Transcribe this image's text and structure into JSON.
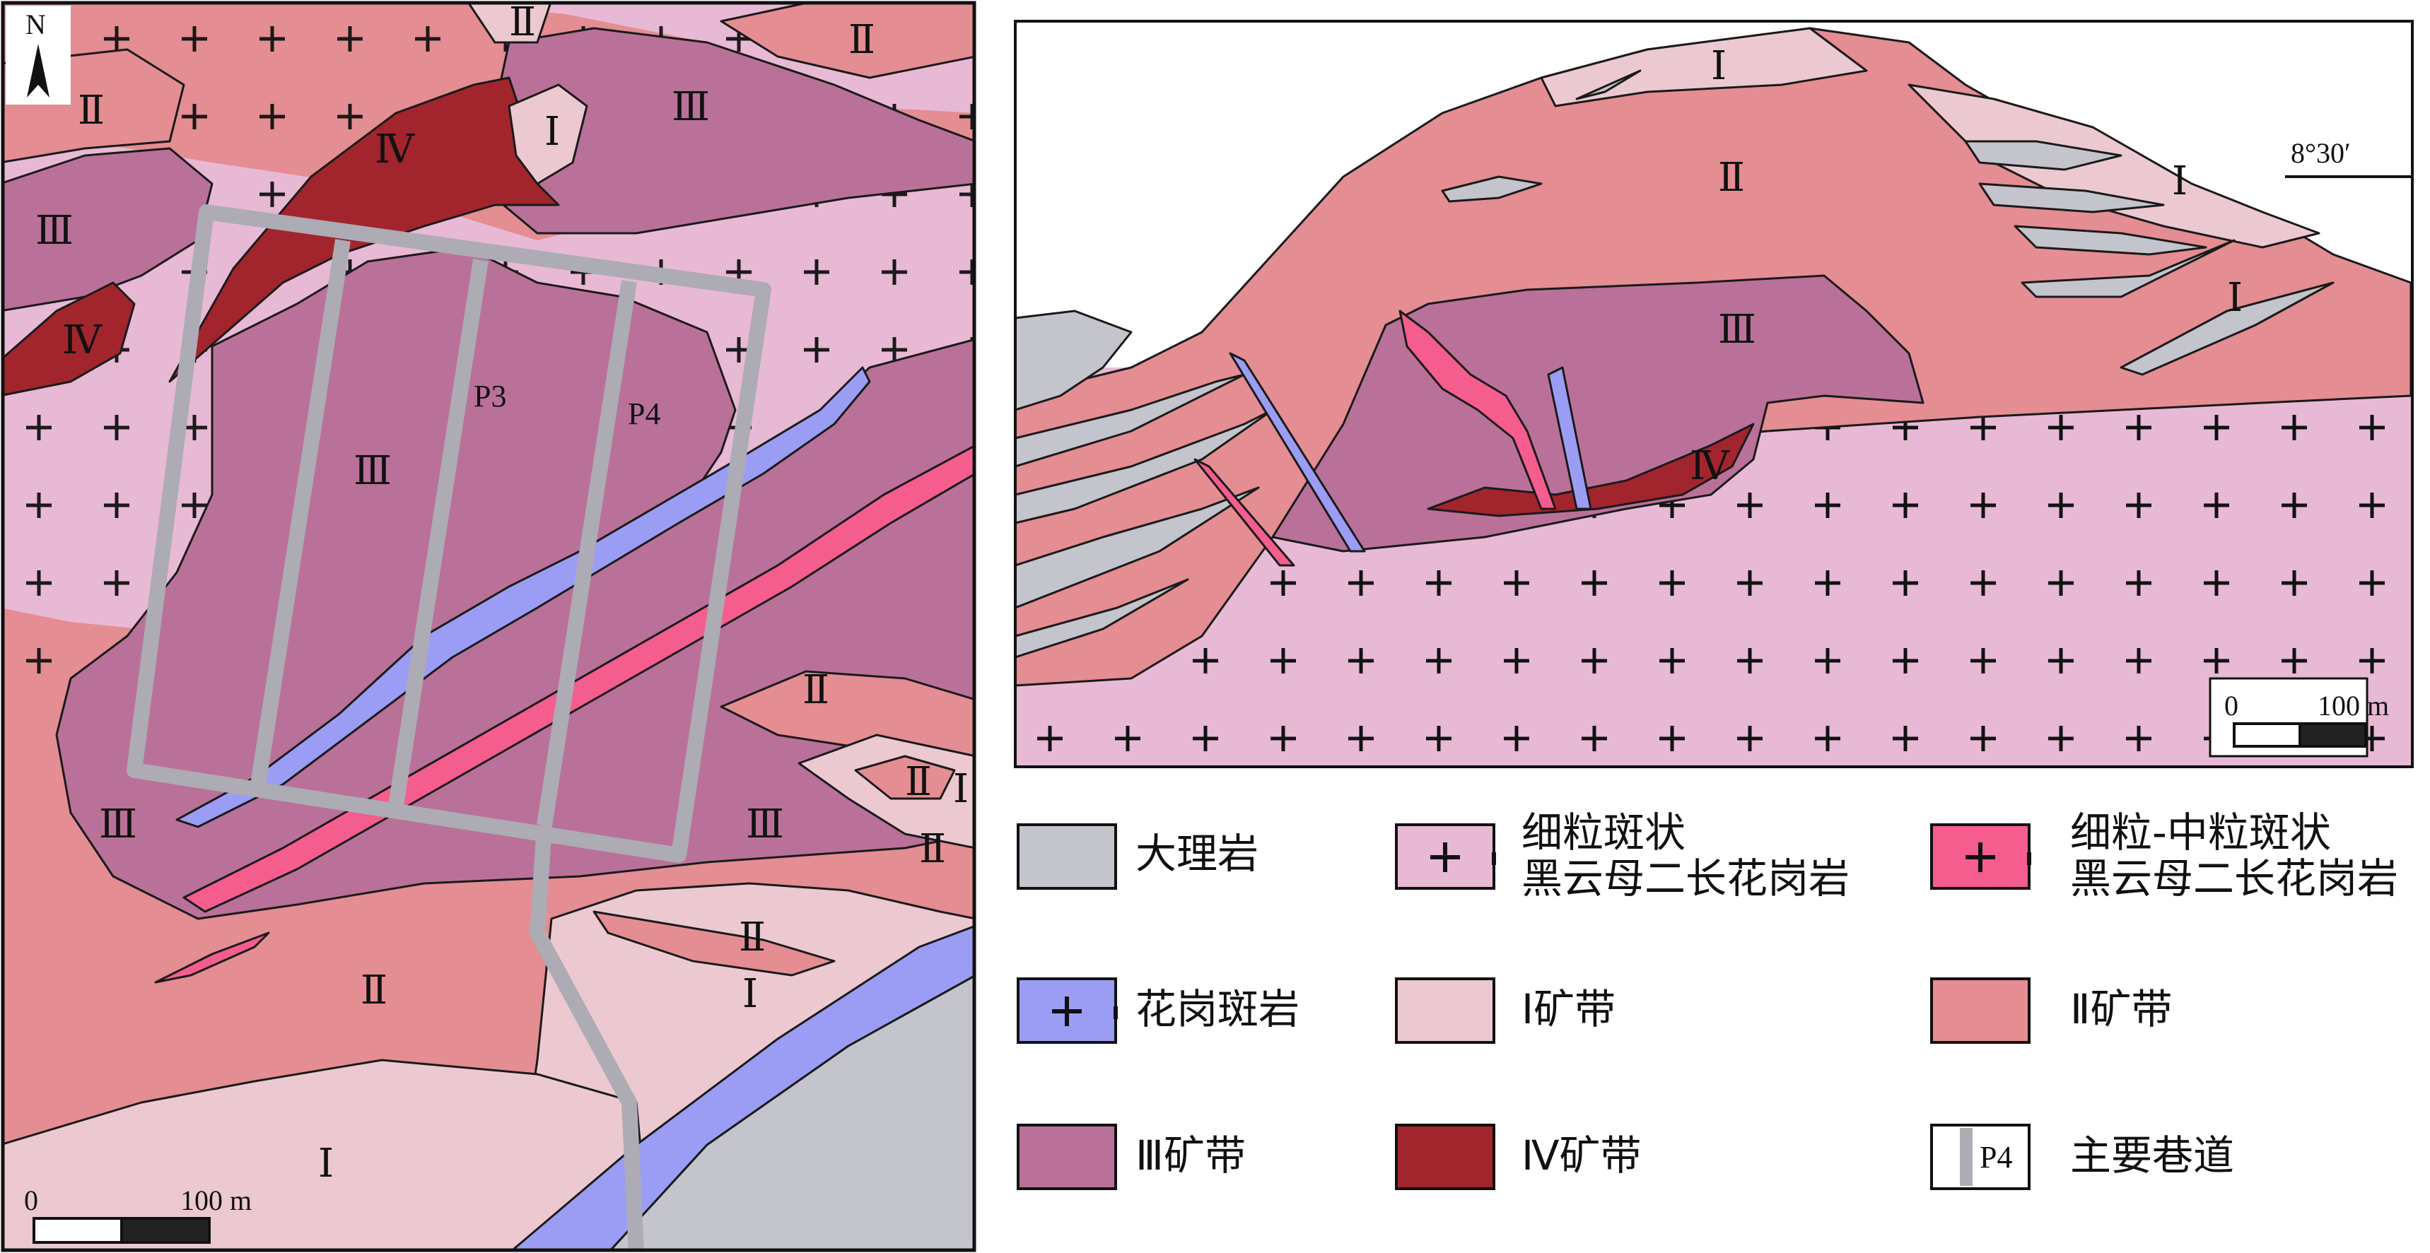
{
  "colors": {
    "marble": "#c3c4cc",
    "fine_granite": "#e8b9d4",
    "medium_granite": "#f45d8d",
    "granite_porphyry": "#9b9df4",
    "zone1": "#ecc9d0",
    "zone2": "#e48d92",
    "zone3": "#ba7199",
    "zone4": "#a2252d",
    "tunnel": "#adabb4"
  },
  "map": {
    "north_label": "N",
    "zone_labels": {
      "z1": "Ⅰ",
      "z2": "Ⅱ",
      "z3": "Ⅲ",
      "z4": "Ⅳ"
    },
    "tunnel_labels": [
      "P3",
      "P4"
    ],
    "scale_zero": "0",
    "scale_end": "100 m"
  },
  "section": {
    "angle_label": "8°30′",
    "scale_zero": "0",
    "scale_end": "100 m"
  },
  "legend": {
    "items": [
      {
        "label": [
          "大理岩"
        ]
      },
      {
        "label": [
          "细粒斑状",
          "黑云母二长花岗岩"
        ]
      },
      {
        "label": [
          "细粒-中粒斑状",
          "黑云母二长花岗岩"
        ]
      },
      {
        "label": [
          "花岗斑岩"
        ]
      },
      {
        "label": [
          "Ⅰ矿带"
        ]
      },
      {
        "label": [
          "Ⅱ矿带"
        ]
      },
      {
        "label": [
          "Ⅲ矿带"
        ]
      },
      {
        "label": [
          "Ⅳ矿带"
        ]
      },
      {
        "label": [
          "主要巷道"
        ]
      }
    ],
    "tunnel_symbol_label": "P4"
  }
}
